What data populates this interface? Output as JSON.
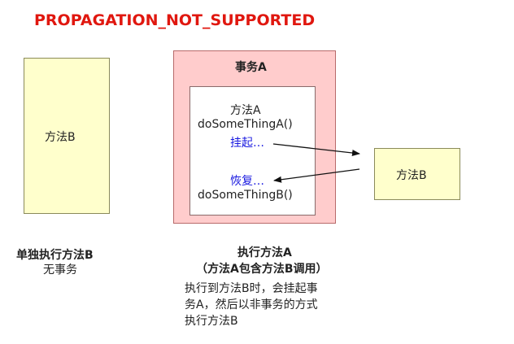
{
  "title": "PROPAGATION_NOT_SUPPORTED",
  "standalone": {
    "box_label": "方法B",
    "caption_line1": "单独执行方法B",
    "caption_line2": "无事务"
  },
  "transaction": {
    "title": "事务A",
    "lines": {
      "method_a": "方法A",
      "do_a": "doSomeThingA()",
      "suspend": "挂起…",
      "resume": "恢复…",
      "do_b": "doSomeThingB()"
    }
  },
  "right_box": {
    "label": "方法B"
  },
  "middle_caption": {
    "line1": "执行方法A",
    "line2": "（方法A包含方法B调用）",
    "line3": "执行到方法B时，会挂起事",
    "line4": "务A，然后以非事务的方式",
    "line5": "执行方法B"
  },
  "colors": {
    "title": "#e0170f",
    "yellow_box": "#ffffcc",
    "transaction_box": "#ffcccc",
    "link_text": "#1a1ae0"
  }
}
